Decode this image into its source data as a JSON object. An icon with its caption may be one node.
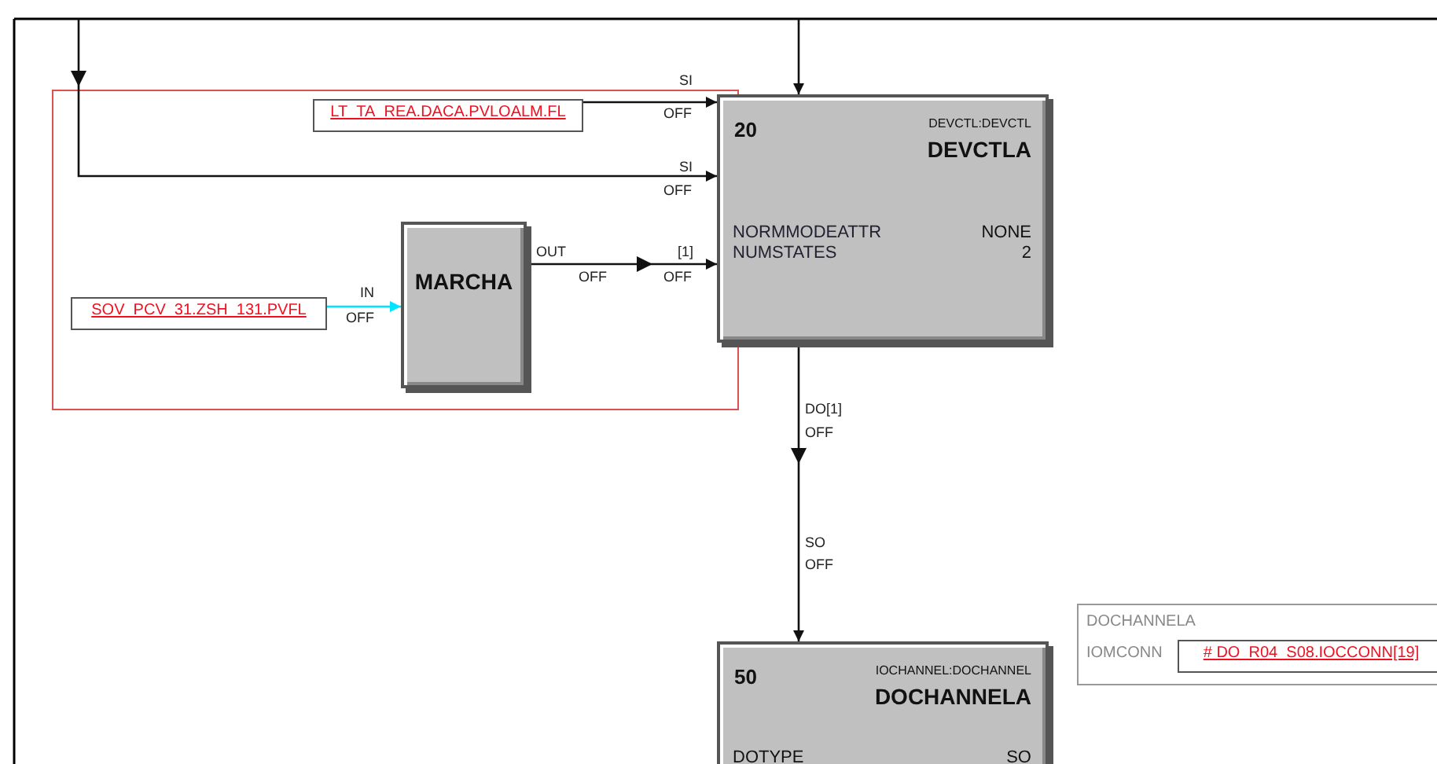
{
  "diagram": {
    "nodes": [
      {
        "text": [
          "LT_TA_REA.DACA.PVLOALM.FL"
        ]
      },
      {
        "text": [
          "SOV_PCV_31.ZSH_131.PVFL"
        ]
      },
      {
        "text": [
          "MARCHA"
        ]
      },
      {
        "text": [
          "20",
          "DEVCTL:DEVCTL",
          "DEVCTLA",
          "NORMMODEATTR",
          "NONE",
          "NUMSTATES",
          "2"
        ]
      },
      {
        "text": [
          "50",
          "IOCHANNEL:DOCHANNEL",
          "DOCHANNELA",
          "DOTYPE",
          "SO"
        ]
      },
      {
        "text": [
          "DOCHANNELA",
          "IOMCONN"
        ]
      },
      {
        "text": [
          "# DO_R04_S08.IOCCONN[19]"
        ],
        "in": 5
      }
    ],
    "edges": [
      {
        "from": null,
        "to": 3,
        "arrow": "to"
      },
      {
        "from": null,
        "to": 3,
        "arrow": "to"
      },
      {
        "from": 0,
        "to": 3,
        "arrow": "to"
      },
      {
        "from": 2,
        "to": 3,
        "arrow": "to"
      },
      {
        "from": 1,
        "to": 2,
        "arrow": "to",
        "color": "#00e5ff"
      },
      {
        "from": 3,
        "to": 4,
        "arrow": "to"
      }
    ],
    "labels": [
      "SI",
      "OFF",
      "SI",
      "OFF",
      "OUT",
      "OFF",
      "[1]",
      "OFF",
      "IN",
      "OFF",
      "DO[1]",
      "OFF",
      "SO",
      "OFF"
    ]
  }
}
